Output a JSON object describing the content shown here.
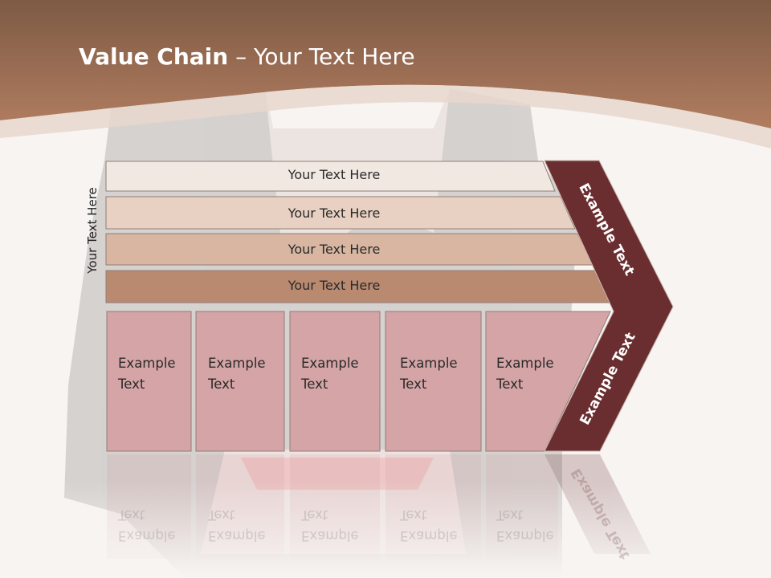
{
  "slide": {
    "title_bold": "Value Chain",
    "title_rest": " – Your Text Here",
    "side_label": "Your Text Here",
    "bars": [
      {
        "label": "Your Text Here"
      },
      {
        "label": "Your Text Here"
      },
      {
        "label": "Your Text Here"
      },
      {
        "label": "Your Text Here"
      }
    ],
    "cells": [
      {
        "line1": "Example",
        "line2": "Text"
      },
      {
        "line1": "Example",
        "line2": "Text"
      },
      {
        "line1": "Example",
        "line2": "Text"
      },
      {
        "line1": "Example",
        "line2": "Text"
      },
      {
        "line1": "Example",
        "line2": "Text"
      }
    ],
    "arrow_upper_label": "Example Text",
    "arrow_lower_label": "Example Text"
  },
  "colors": {
    "header": "#a8735a",
    "arrow": "#6b2e30",
    "bar1": "#f2e8e2",
    "bar2": "#e8d0c2",
    "bar3": "#d8b6a2",
    "bar4": "#b98a70",
    "cell": "#d4a4a6"
  }
}
